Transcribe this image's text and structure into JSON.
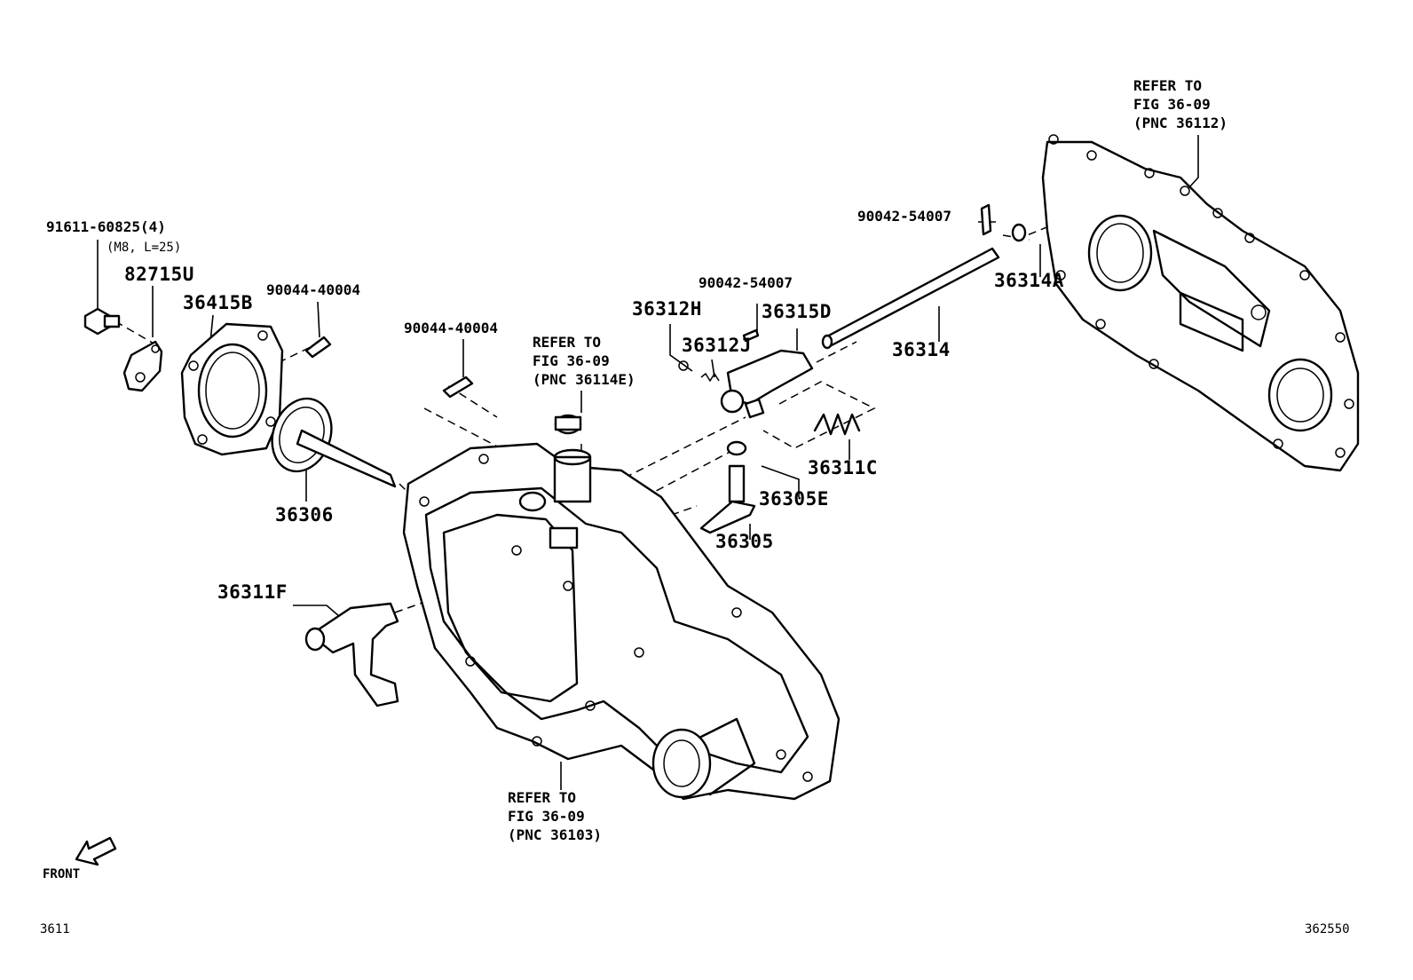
{
  "diagram": {
    "callouts": [
      {
        "id": "bolt",
        "text": "91611-60825(4)"
      },
      {
        "id": "bolt-note",
        "text": "(M8, L=25)"
      },
      {
        "id": "bracket",
        "text": "82715U"
      },
      {
        "id": "cover",
        "text": "36415B"
      },
      {
        "id": "pin-a",
        "text": "90044-40004"
      },
      {
        "id": "pin-b",
        "text": "90044-40004"
      },
      {
        "id": "shaft",
        "text": "36306"
      },
      {
        "id": "fork",
        "text": "36311F"
      },
      {
        "id": "ref-mid-1",
        "text": "REFER TO"
      },
      {
        "id": "ref-mid-2",
        "text": "FIG 36-09"
      },
      {
        "id": "ref-mid-3",
        "text": "(PNC 36114E)"
      },
      {
        "id": "ball",
        "text": "36312H"
      },
      {
        "id": "spring-small",
        "text": "36312J"
      },
      {
        "id": "pin-c",
        "text": "90042-54007"
      },
      {
        "id": "head",
        "text": "36315D"
      },
      {
        "id": "pin-d",
        "text": "90042-54007"
      },
      {
        "id": "rod",
        "text": "36314"
      },
      {
        "id": "ring",
        "text": "36314A"
      },
      {
        "id": "spring",
        "text": "36311C"
      },
      {
        "id": "clip",
        "text": "36305E"
      },
      {
        "id": "lever",
        "text": "36305"
      },
      {
        "id": "ref-top-1",
        "text": "REFER TO"
      },
      {
        "id": "ref-top-2",
        "text": "FIG 36-09"
      },
      {
        "id": "ref-top-3",
        "text": "(PNC 36112)"
      },
      {
        "id": "ref-bot-1",
        "text": "REFER TO"
      },
      {
        "id": "ref-bot-2",
        "text": "FIG 36-09"
      },
      {
        "id": "ref-bot-3",
        "text": "(PNC 36103)"
      }
    ],
    "front_label": "FRONT",
    "figure_code": "3611",
    "image_code": "362550"
  }
}
